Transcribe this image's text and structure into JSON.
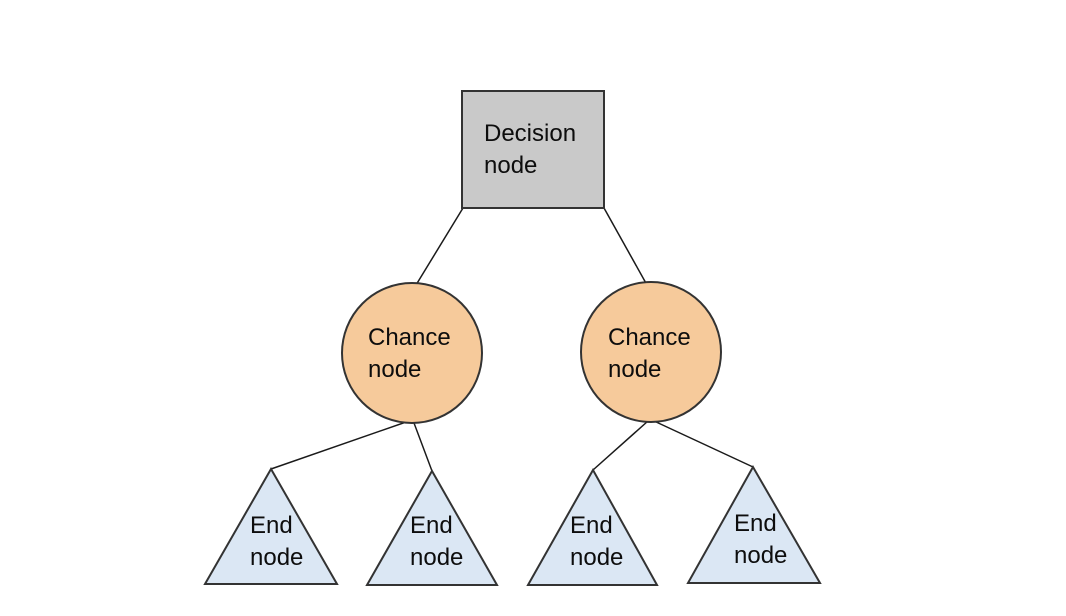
{
  "diagram": {
    "type": "decision-tree",
    "background_color": "#ffffff",
    "shape_outline_color": "#333333",
    "edge_color": "#1a1a1a",
    "text_color": "#0d0d0d",
    "nodes": {
      "decision": {
        "shape": "rectangle",
        "fill": "#c9c9c9",
        "line1": "Decision",
        "line2": "node"
      },
      "chance_left": {
        "shape": "circle",
        "fill": "#f6ca9b",
        "line1": "Chance",
        "line2": "node"
      },
      "chance_right": {
        "shape": "circle",
        "fill": "#f6ca9b",
        "line1": "Chance",
        "line2": "node"
      },
      "end_1": {
        "shape": "triangle",
        "fill": "#dbe7f4",
        "line1": "End",
        "line2": "node"
      },
      "end_2": {
        "shape": "triangle",
        "fill": "#dbe7f4",
        "line1": "End",
        "line2": "node"
      },
      "end_3": {
        "shape": "triangle",
        "fill": "#dbe7f4",
        "line1": "End",
        "line2": "node"
      },
      "end_4": {
        "shape": "triangle",
        "fill": "#dbe7f4",
        "line1": "End",
        "line2": "node"
      }
    },
    "edges": [
      {
        "from": "decision",
        "to": "chance_left"
      },
      {
        "from": "decision",
        "to": "chance_right"
      },
      {
        "from": "chance_left",
        "to": "end_1"
      },
      {
        "from": "chance_left",
        "to": "end_2"
      },
      {
        "from": "chance_right",
        "to": "end_3"
      },
      {
        "from": "chance_right",
        "to": "end_4"
      }
    ]
  }
}
